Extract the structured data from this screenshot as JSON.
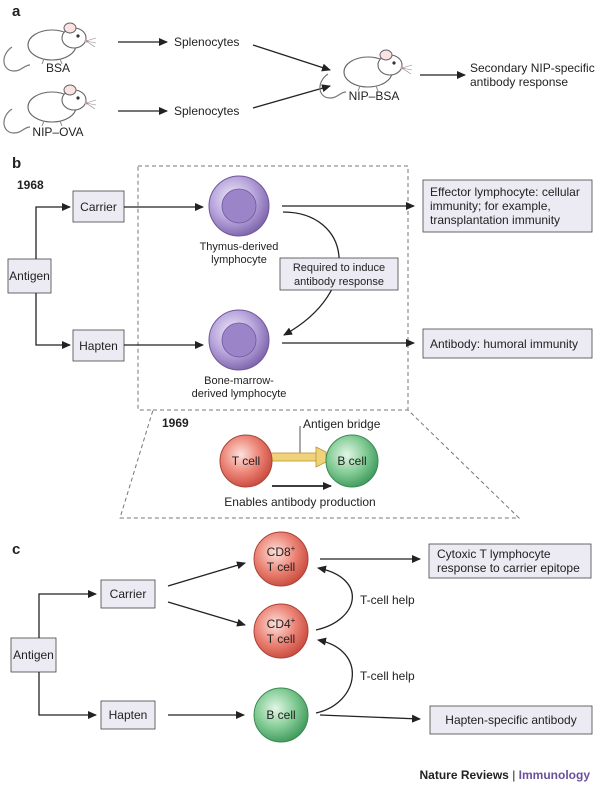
{
  "panel_a": {
    "label": "a",
    "mouse_1_label": "BSA",
    "mouse_2_label": "NIP–OVA",
    "splenocytes_1": "Splenocytes",
    "splenocytes_2": "Splenocytes",
    "recipient_label": "NIP–BSA",
    "response_line_1": "Secondary NIP-specific",
    "response_line_2": "antibody response"
  },
  "panel_b": {
    "label": "b",
    "year_1968": "1968",
    "year_1969": "1969",
    "antigen": "Antigen",
    "carrier": "Carrier",
    "hapten": "Hapten",
    "thymus_line_1": "Thymus-derived",
    "thymus_line_2": "lymphocyte",
    "bone_line_1": "Bone-marrow-",
    "bone_line_2": "derived lymphocyte",
    "required_line_1": "Required to induce",
    "required_line_2": "antibody response",
    "effector_line_1": "Effector lymphocyte: cellular",
    "effector_line_2": "immunity; for example,",
    "effector_line_3": "transplantation immunity",
    "antibody_humoral": "Antibody: humoral immunity",
    "antigen_bridge": "Antigen bridge",
    "t_cell": "T cell",
    "b_cell": "B cell",
    "enables": "Enables antibody production"
  },
  "panel_c": {
    "label": "c",
    "antigen": "Antigen",
    "carrier": "Carrier",
    "hapten": "Hapten",
    "cd8_name": "CD8",
    "cd8_sup": "+",
    "cd4_name": "CD4",
    "cd4_sup": "+",
    "t_cell_word_1": "T cell",
    "t_cell_word_2": "T cell",
    "b_cell": "B cell",
    "help_1": "T-cell help",
    "help_2": "T-cell help",
    "ctl_line_1": "Cytoxic T lymphocyte",
    "ctl_line_2": "response to carrier epitope",
    "hapten_antibody": "Hapten-specific antibody"
  },
  "credit": {
    "journal": "Nature Reviews",
    "separator": " | ",
    "section": "Immunology",
    "section_color": "#6b4f9c"
  },
  "colors": {
    "box_fill": "#ecebf3",
    "purple_cell": "#a48fc9",
    "red_cell": "#e46a5e",
    "green_cell": "#6bbf84",
    "bridge": "#f0d27a"
  }
}
